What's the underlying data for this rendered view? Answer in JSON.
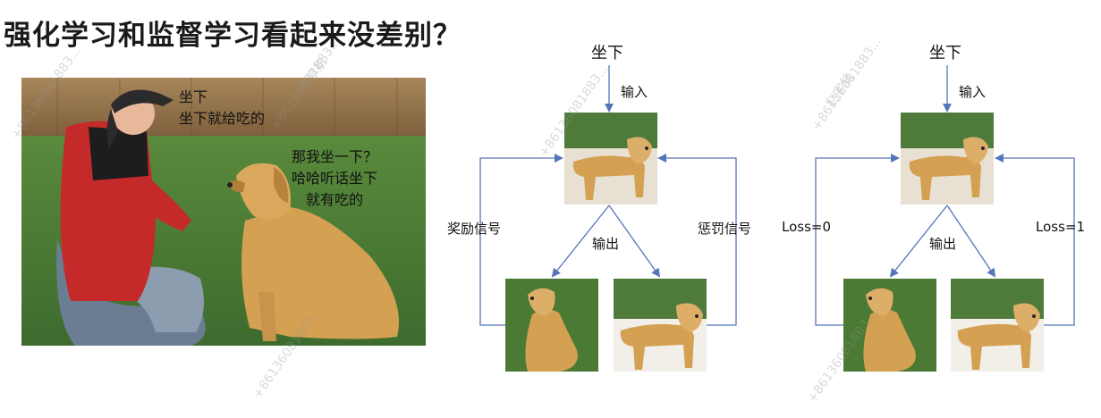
{
  "title": "强化学习和监督学习看起来没差别？",
  "meme": {
    "speech_trainer": [
      "坐下",
      "坐下就给吃的"
    ],
    "speech_dog": [
      "那我坐一下？",
      "哈哈听话坐下",
      "就有吃的"
    ]
  },
  "left_diagram": {
    "command": "坐下",
    "input_label": "输入",
    "output_label": "输出",
    "reward_label": "奖励信号",
    "penalty_label": "惩罚信号"
  },
  "right_diagram": {
    "command": "坐下",
    "input_label": "输入",
    "output_label": "输出",
    "loss_left": "Loss=0",
    "loss_right": "Loss=1"
  },
  "watermark": {
    "name": "赵宇航",
    "phone": "+86136081883..."
  },
  "colors": {
    "arrow": "#5575b8",
    "grass": "#3d6b2e",
    "dog_fur": "#d4a052",
    "jacket": "#c42a2a"
  }
}
